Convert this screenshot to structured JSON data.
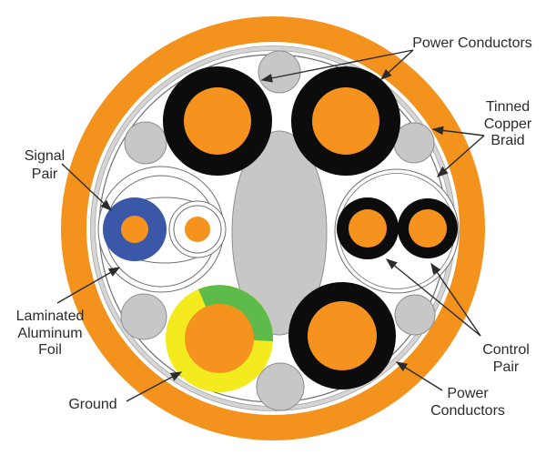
{
  "colors": {
    "jacket": "#F3931E",
    "core_orange": "#F6921E",
    "insulation_black": "#0C0C0C",
    "filler": "#C7C7C7",
    "filler_edge": "#8E8E8E",
    "braid_silver": "#D5D5D5",
    "braid_edge": "#A3A3A3",
    "line_gray": "#6F6F6F",
    "signal_blue": "#3A57A8",
    "ground_yellow": "#F4EB1F",
    "ground_green": "#5CBB4A",
    "label_text": "#2B2B2B"
  },
  "labels": {
    "power_conductors_top": {
      "lines": [
        "Power Conductors"
      ]
    },
    "tinned_copper_braid": {
      "lines": [
        "Tinned",
        "Copper",
        "Braid"
      ]
    },
    "signal_pair": {
      "lines": [
        "Signal",
        "Pair"
      ]
    },
    "laminated_aluminum_foil": {
      "lines": [
        "Laminated",
        "Aluminum",
        "Foil"
      ]
    },
    "ground": {
      "lines": [
        "Ground"
      ]
    },
    "control_pair": {
      "lines": [
        "Control",
        "Pair"
      ]
    },
    "power_conductors_bottom": {
      "lines": [
        "Power",
        "Conductors"
      ]
    }
  }
}
